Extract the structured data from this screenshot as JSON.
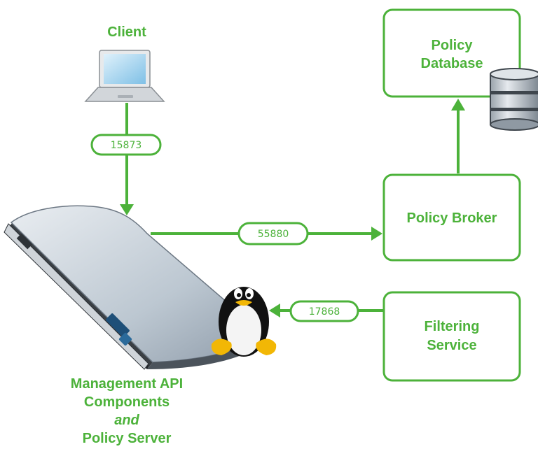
{
  "colors": {
    "accent": "#4cb23a"
  },
  "client": {
    "label": "Client",
    "icon": "laptop-icon"
  },
  "policy_database": {
    "line1": "Policy",
    "line2": "Database",
    "icon": "database-icon"
  },
  "policy_broker": {
    "label": "Policy Broker"
  },
  "filtering_service": {
    "line1": "Filtering",
    "line2": "Service"
  },
  "server": {
    "icon": "server-appliance-icon",
    "os_icon": "linux-penguin-icon",
    "caption_line1": "Management API",
    "caption_line2": "Components",
    "caption_line3": "and",
    "caption_line4": "Policy Server"
  },
  "ports": {
    "client_to_server": "15873",
    "server_to_broker": "55880",
    "filtering_to_server": "17868"
  }
}
